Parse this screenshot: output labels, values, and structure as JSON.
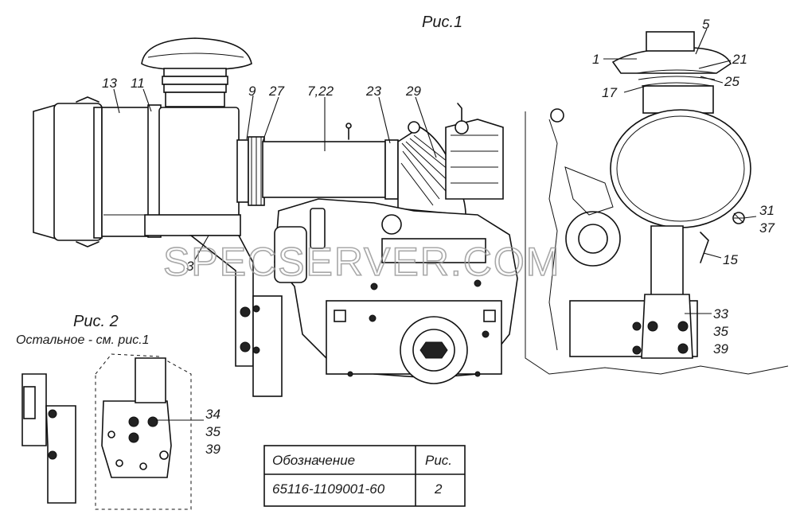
{
  "figures": {
    "fig1_title": "Рис.1",
    "fig2_title": "Рис. 2",
    "fig2_note": "Остальное - см. рис.1"
  },
  "callouts": {
    "c13": "13",
    "c11": "11",
    "c9": "9",
    "c27": "27",
    "c7_22": "7,22",
    "c23": "23",
    "c29": "29",
    "c3": "3",
    "c5": "5",
    "c1": "1",
    "c21": "21",
    "c25": "25",
    "c17": "17",
    "c31": "31",
    "c37": "37",
    "c15": "15",
    "c33": "33",
    "c35a": "35",
    "c39a": "39",
    "c34": "34",
    "c35b": "35",
    "c39b": "39"
  },
  "watermark": "SPECSERVER.COM",
  "table": {
    "header_designation": "Обозначение",
    "header_fig": "Рис.",
    "row_designation": "65116-1109001-60",
    "row_fig": "2"
  }
}
